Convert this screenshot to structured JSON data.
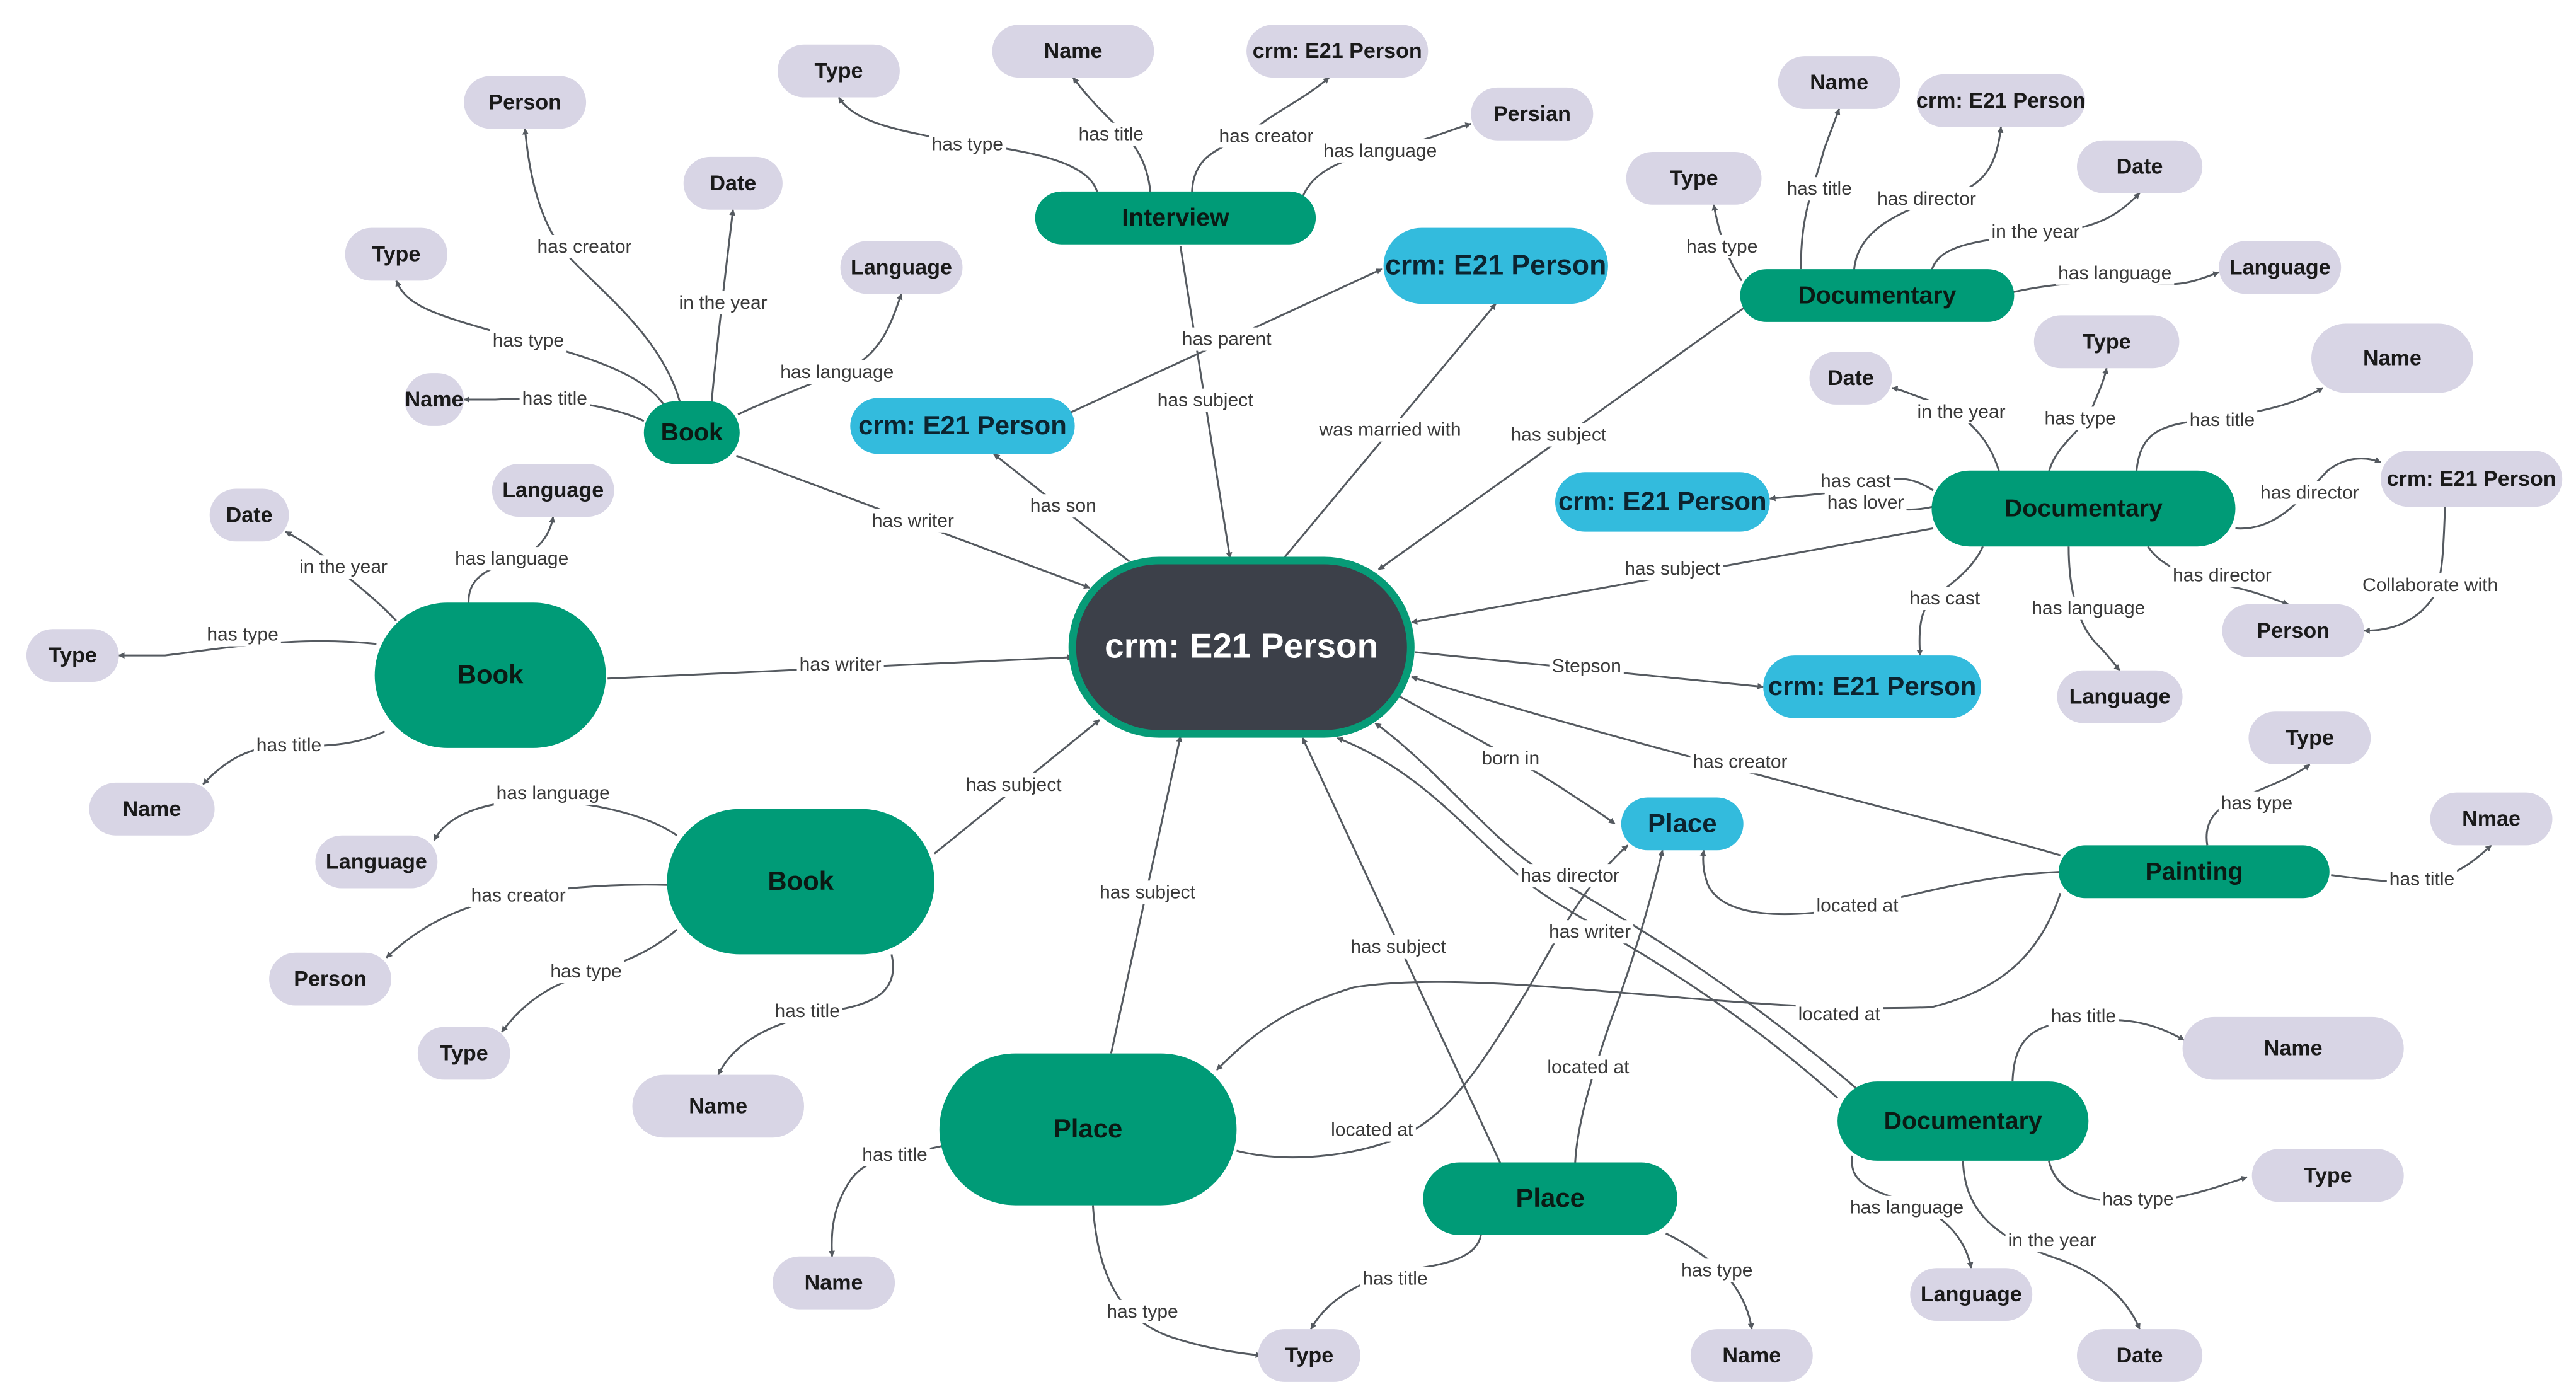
{
  "colors": {
    "central": "#3c4049",
    "central_border": "#079b77",
    "entity": "#009b77",
    "person": "#33bbdd",
    "attribute": "#d8d5e5",
    "edge": "#555a60"
  },
  "nodes": [
    {
      "id": "center",
      "label": "crm: E21 Person",
      "kind": "central"
    },
    {
      "id": "interview",
      "label": "Interview",
      "kind": "entity"
    },
    {
      "id": "int_type",
      "label": "Type",
      "kind": "attribute"
    },
    {
      "id": "int_name",
      "label": "Name",
      "kind": "attribute"
    },
    {
      "id": "int_crm",
      "label": "crm: E21 Person",
      "kind": "attribute"
    },
    {
      "id": "int_persian",
      "label": "Persian",
      "kind": "attribute"
    },
    {
      "id": "book1",
      "label": "Book",
      "kind": "entity"
    },
    {
      "id": "b1_person",
      "label": "Person",
      "kind": "attribute"
    },
    {
      "id": "b1_date",
      "label": "Date",
      "kind": "attribute"
    },
    {
      "id": "b1_type",
      "label": "Type",
      "kind": "attribute"
    },
    {
      "id": "b1_lang",
      "label": "Language",
      "kind": "attribute"
    },
    {
      "id": "b1_name",
      "label": "Name",
      "kind": "attribute"
    },
    {
      "id": "p_parent",
      "label": "crm: E21 Person",
      "kind": "person"
    },
    {
      "id": "p_married",
      "label": "crm: E21 Person",
      "kind": "person"
    },
    {
      "id": "doc1",
      "label": "Documentary",
      "kind": "entity"
    },
    {
      "id": "d1_type",
      "label": "Type",
      "kind": "attribute"
    },
    {
      "id": "d1_name",
      "label": "Name",
      "kind": "attribute"
    },
    {
      "id": "d1_crm",
      "label": "crm: E21 Person",
      "kind": "attribute"
    },
    {
      "id": "d1_date",
      "label": "Date",
      "kind": "attribute"
    },
    {
      "id": "d1_lang",
      "label": "Language",
      "kind": "attribute"
    },
    {
      "id": "doc2",
      "label": "Documentary",
      "kind": "entity"
    },
    {
      "id": "d2_date",
      "label": "Date",
      "kind": "attribute"
    },
    {
      "id": "d2_type",
      "label": "Type",
      "kind": "attribute"
    },
    {
      "id": "d2_name",
      "label": "Name",
      "kind": "attribute"
    },
    {
      "id": "d2_crm",
      "label": "crm: E21 Person",
      "kind": "attribute"
    },
    {
      "id": "d2_person",
      "label": "Person",
      "kind": "attribute"
    },
    {
      "id": "d2_lang",
      "label": "Language",
      "kind": "attribute"
    },
    {
      "id": "p_lover",
      "label": "crm: E21 Person",
      "kind": "person"
    },
    {
      "id": "p_stepson",
      "label": "crm: E21 Person",
      "kind": "person"
    },
    {
      "id": "book2",
      "label": "Book",
      "kind": "entity"
    },
    {
      "id": "b2_date",
      "label": "Date",
      "kind": "attribute"
    },
    {
      "id": "b2_lang",
      "label": "Language",
      "kind": "attribute"
    },
    {
      "id": "b2_type",
      "label": "Type",
      "kind": "attribute"
    },
    {
      "id": "b2_name",
      "label": "Name",
      "kind": "attribute"
    },
    {
      "id": "book3",
      "label": "Book",
      "kind": "entity"
    },
    {
      "id": "b3_lang",
      "label": "Language",
      "kind": "attribute"
    },
    {
      "id": "b3_person",
      "label": "Person",
      "kind": "attribute"
    },
    {
      "id": "b3_type",
      "label": "Type",
      "kind": "attribute"
    },
    {
      "id": "b3_name",
      "label": "Name",
      "kind": "attribute"
    },
    {
      "id": "place_born",
      "label": "Place",
      "kind": "person"
    },
    {
      "id": "painting",
      "label": "Painting",
      "kind": "entity"
    },
    {
      "id": "pt_type",
      "label": "Type",
      "kind": "attribute"
    },
    {
      "id": "pt_nmae",
      "label": "Nmae",
      "kind": "attribute"
    },
    {
      "id": "place1",
      "label": "Place",
      "kind": "entity"
    },
    {
      "id": "pl1_name",
      "label": "Name",
      "kind": "attribute"
    },
    {
      "id": "pl1_type",
      "label": "Type",
      "kind": "attribute"
    },
    {
      "id": "place2",
      "label": "Place",
      "kind": "entity"
    },
    {
      "id": "pl2_name",
      "label": "Name",
      "kind": "attribute"
    },
    {
      "id": "doc3",
      "label": "Documentary",
      "kind": "entity"
    },
    {
      "id": "d3_name",
      "label": "Name",
      "kind": "attribute"
    },
    {
      "id": "d3_type",
      "label": "Type",
      "kind": "attribute"
    },
    {
      "id": "d3_lang",
      "label": "Language",
      "kind": "attribute"
    },
    {
      "id": "d3_date",
      "label": "Date",
      "kind": "attribute"
    }
  ],
  "edges": [
    {
      "id": "e1",
      "label": "has type"
    },
    {
      "id": "e2",
      "label": "has title"
    },
    {
      "id": "e3",
      "label": "has creator"
    },
    {
      "id": "e4",
      "label": "has language"
    },
    {
      "id": "e5",
      "label": "has subject"
    },
    {
      "id": "e6",
      "label": "has parent"
    },
    {
      "id": "e7",
      "label": "has creator"
    },
    {
      "id": "e8",
      "label": "in the year"
    },
    {
      "id": "e9",
      "label": "has type"
    },
    {
      "id": "e10",
      "label": "has language"
    },
    {
      "id": "e11",
      "label": "has title"
    },
    {
      "id": "e12",
      "label": "has writer"
    },
    {
      "id": "e13",
      "label": "has son"
    },
    {
      "id": "e14",
      "label": "was married with"
    },
    {
      "id": "e15",
      "label": "has type"
    },
    {
      "id": "e16",
      "label": "has title"
    },
    {
      "id": "e17",
      "label": "has director"
    },
    {
      "id": "e18",
      "label": "in the year"
    },
    {
      "id": "e19",
      "label": "has language"
    },
    {
      "id": "e20",
      "label": "has subject"
    },
    {
      "id": "e21",
      "label": "in the year"
    },
    {
      "id": "e22",
      "label": "has type"
    },
    {
      "id": "e23",
      "label": "has title"
    },
    {
      "id": "e24",
      "label": "has director"
    },
    {
      "id": "e25",
      "label": "has director"
    },
    {
      "id": "e26",
      "label": "Collaborate with"
    },
    {
      "id": "e27",
      "label": "has language"
    },
    {
      "id": "e28",
      "label": "has cast"
    },
    {
      "id": "e29",
      "label": "has lover"
    },
    {
      "id": "e30",
      "label": "has subject"
    },
    {
      "id": "e31",
      "label": "has cast"
    },
    {
      "id": "e32",
      "label": "Stepson"
    },
    {
      "id": "e33",
      "label": "in the year"
    },
    {
      "id": "e34",
      "label": "has language"
    },
    {
      "id": "e35",
      "label": "has type"
    },
    {
      "id": "e36",
      "label": "has title"
    },
    {
      "id": "e37",
      "label": "has writer"
    },
    {
      "id": "e38",
      "label": "has language"
    },
    {
      "id": "e39",
      "label": "has creator"
    },
    {
      "id": "e40",
      "label": "has type"
    },
    {
      "id": "e41",
      "label": "has title"
    },
    {
      "id": "e42",
      "label": "has subject"
    },
    {
      "id": "e43",
      "label": "born in"
    },
    {
      "id": "e44",
      "label": "has creator"
    },
    {
      "id": "e45",
      "label": "has type"
    },
    {
      "id": "e46",
      "label": "has title"
    },
    {
      "id": "e47",
      "label": "located at"
    },
    {
      "id": "e48",
      "label": "located at"
    },
    {
      "id": "e49",
      "label": "has subject"
    },
    {
      "id": "e50",
      "label": "has title"
    },
    {
      "id": "e51",
      "label": "has type"
    },
    {
      "id": "e52",
      "label": "located at"
    },
    {
      "id": "e53",
      "label": "has subject"
    },
    {
      "id": "e54",
      "label": "has title"
    },
    {
      "id": "e55",
      "label": "has type"
    },
    {
      "id": "e56",
      "label": "located at"
    },
    {
      "id": "e57",
      "label": "has director"
    },
    {
      "id": "e58",
      "label": "has writer"
    },
    {
      "id": "e59",
      "label": "has title"
    },
    {
      "id": "e60",
      "label": "has type"
    },
    {
      "id": "e61",
      "label": "has language"
    },
    {
      "id": "e62",
      "label": "in the year"
    }
  ]
}
